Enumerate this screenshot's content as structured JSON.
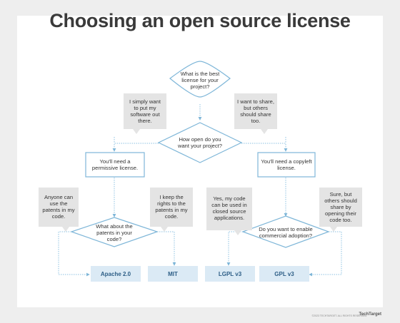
{
  "title": "Choosing an open source license",
  "nodes": {
    "q_best": "What is the best license for your project?",
    "simply": "I simply want to put my software out there.",
    "share": "I want to share, but others should share too.",
    "q_open": "How open do you want your project?",
    "permissive": "You'll need a permissive license.",
    "copyleft": "You'll need a copyleft license.",
    "anyone": "Anyone can use the patents in my code.",
    "q_patents": "What about the patents in your code?",
    "keep_rights": "I keep the rights to the patents in my code.",
    "closed_source": "Yes, my code can be used in closed source applications.",
    "q_commercial": "Do you want to enable commercial adoption?",
    "sure_but": "Sure, but others should share by opening their code too.",
    "apache": "Apache 2.0",
    "mit": "MIT",
    "lgpl": "LGPL v3",
    "gpl": "GPL v3"
  },
  "footer": {
    "credit": "©2023 TECHTARGET. ALL RIGHTS RESERVED.",
    "brand": "TechTarget"
  },
  "colors": {
    "speech_fill": "#e4e4e4",
    "outline": "#7eb6d8",
    "result_fill": "#dbeaf5",
    "result_text": "#2d5e86",
    "connector": "#8ec2e2"
  }
}
